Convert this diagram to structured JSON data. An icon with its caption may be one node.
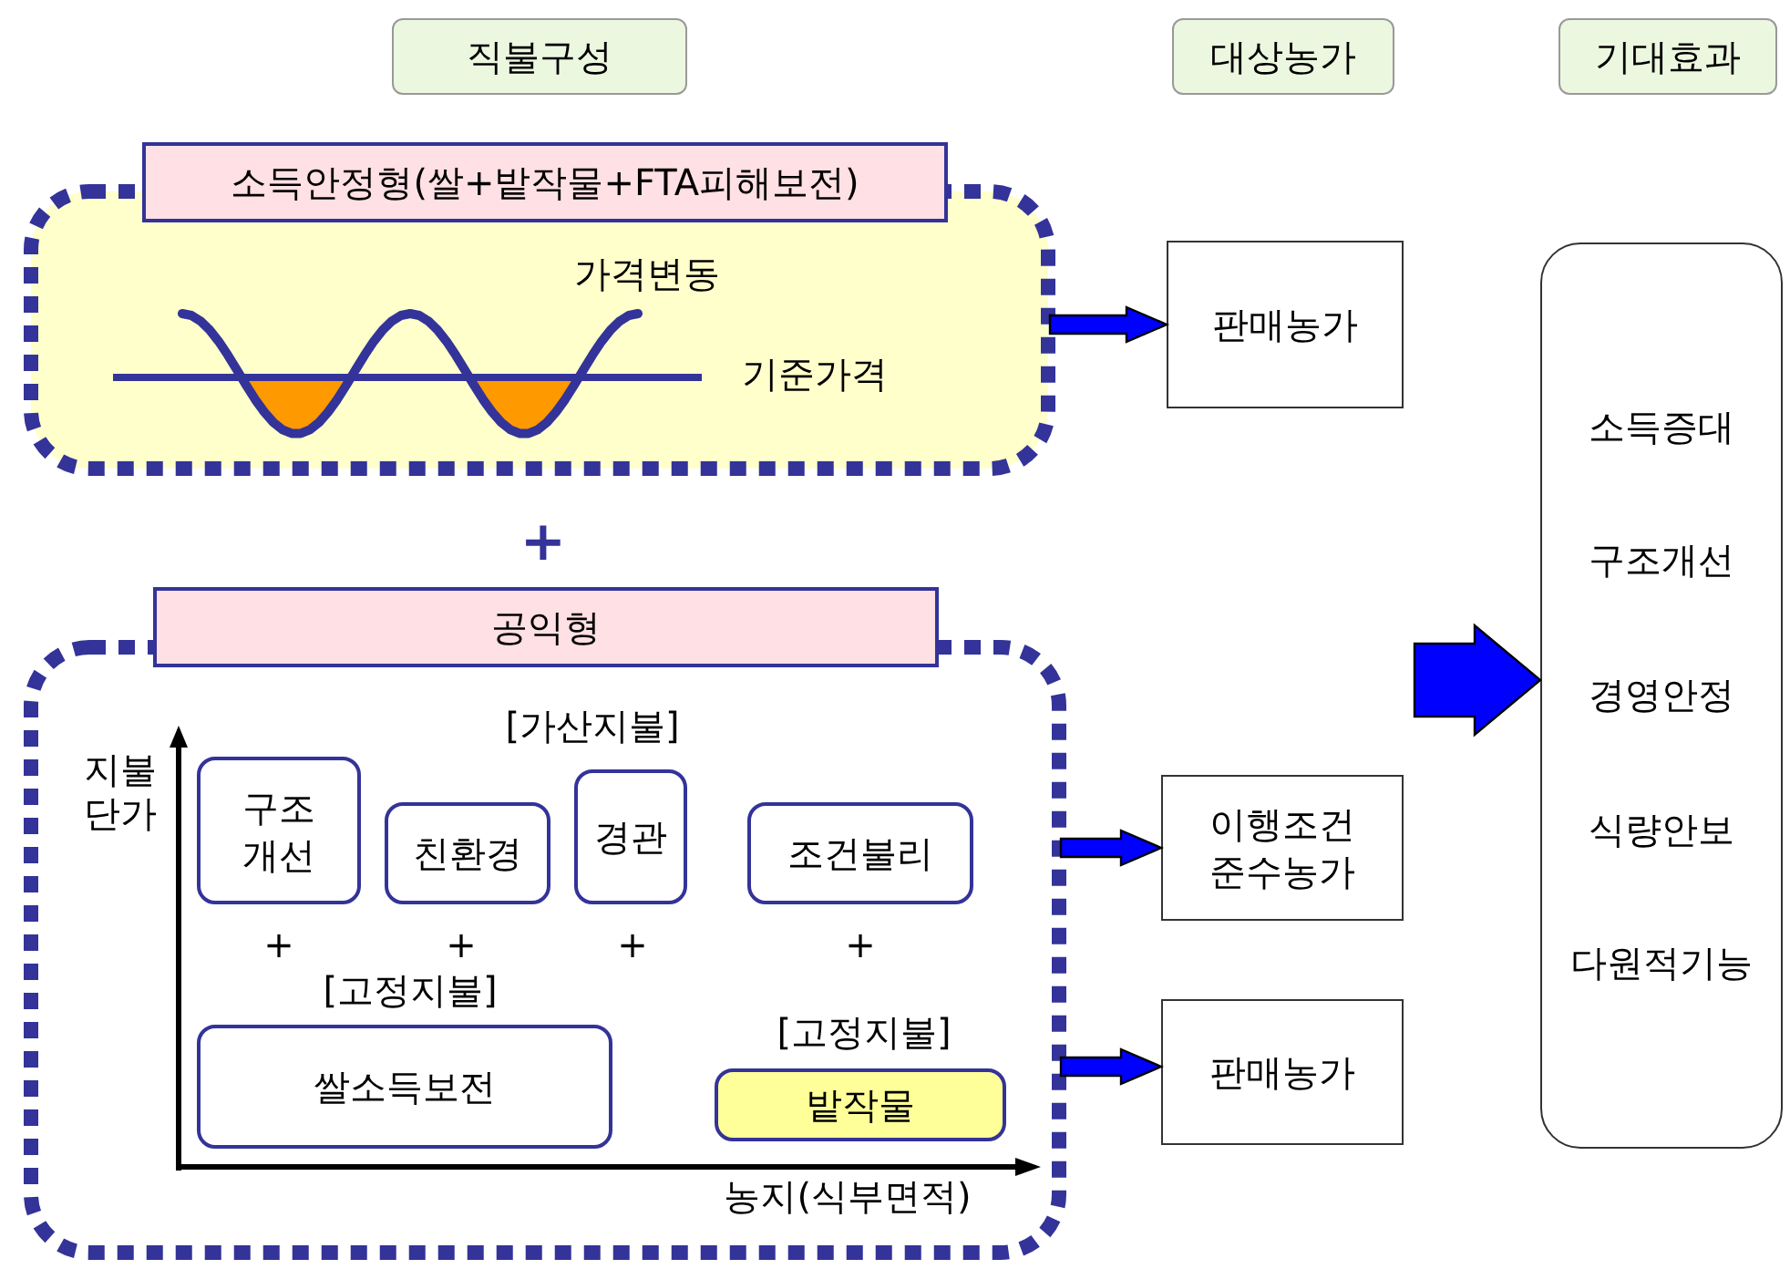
{
  "diagram": {
    "nodes": [
      {
        "text": [
          "직불구성"
        ]
      },
      {
        "text": [
          "대상농가"
        ]
      },
      {
        "text": [
          "기대효과"
        ]
      },
      {
        "text": [
          "소득안정형(쌀+밭작물+FTA피해보전)"
        ]
      },
      {
        "text": [
          "판매농가"
        ]
      },
      {
        "text": [
          "공익형"
        ]
      },
      {
        "text": [
          "구조 개선"
        ],
        "in": 5
      },
      {
        "text": [
          "친환경"
        ],
        "in": 5
      },
      {
        "text": [
          "경관"
        ],
        "in": 5
      },
      {
        "text": [
          "조건불리"
        ],
        "in": 5,
        "beside": [
          "+"
        ]
      },
      {
        "text": [
          "쌀소득보전"
        ],
        "in": 5,
        "beside": [
          "[고정지불]"
        ]
      },
      {
        "text": [
          "밭작물"
        ],
        "in": 5,
        "beside": [
          "[고정지불]"
        ]
      },
      {
        "text": [
          "이행조건 준수농가"
        ]
      },
      {
        "text": [
          "판매농가"
        ]
      },
      {
        "text": [
          "소득증대",
          "구조개선",
          "경영안정",
          "식량안보",
          "다원적기능"
        ]
      }
    ],
    "edges": [
      {
        "from": 3,
        "to": 4,
        "arrow": "to"
      },
      {
        "from": 5,
        "to": 12,
        "arrow": "to"
      },
      {
        "from": 5,
        "to": 13,
        "arrow": "to"
      },
      {
        "from": null,
        "to": 14,
        "arrow": "to"
      }
    ],
    "labels": [
      "가격변동",
      "기준가격",
      "+",
      "[가산지불]",
      "지불 단가",
      "+",
      "+",
      "+",
      "농지(식부면적)"
    ]
  }
}
